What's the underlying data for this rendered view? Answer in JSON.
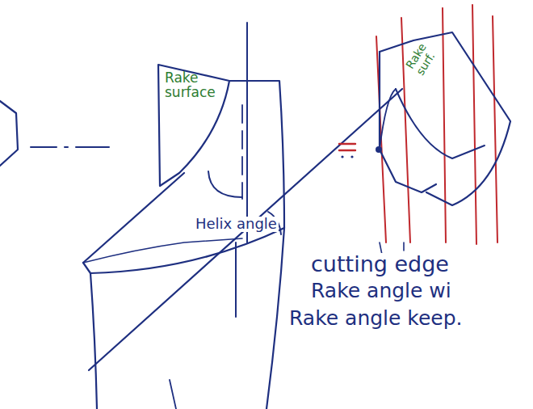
{
  "diagram": {
    "labels": [
      "Rake surface",
      "Rake surf.",
      "Helix angle",
      "cutting edge",
      "Rake angle wi",
      "Rake angle keep."
    ]
  }
}
